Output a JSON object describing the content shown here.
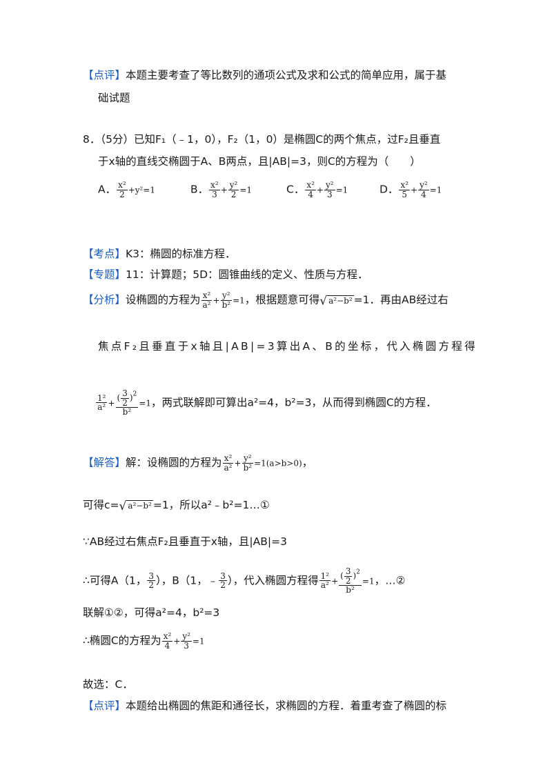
{
  "prev_comment": {
    "tag": "【点评】",
    "line1": "本题主要考查了等比数列的通项公式及求和公式的简单应用，属于基",
    "line2": "础试题"
  },
  "question": {
    "line1": "8．（5分）已知F₁（﹣1，0），F₂（1，0）是椭圆C的两个焦点，过F₂且垂直",
    "line2": "于x轴的直线交椭圆于A、B两点，且|AB|=3，则C的方程为（　　）",
    "options": [
      {
        "label": "A．",
        "num1": "x²",
        "den1": "2",
        "rest": "+y²=1"
      },
      {
        "label": "B．",
        "num1": "x²",
        "den1": "3",
        "mid": "+",
        "num2": "y²",
        "den2": "2",
        "rest": "=1"
      },
      {
        "label": "C．",
        "num1": "x²",
        "den1": "4",
        "mid": "+",
        "num2": "y²",
        "den2": "3",
        "rest": "=1"
      },
      {
        "label": "D．",
        "num1": "x²",
        "den1": "5",
        "mid": "+",
        "num2": "y²",
        "den2": "4",
        "rest": "=1"
      }
    ]
  },
  "kaodian": {
    "tag": "【考点】",
    "text": "K3：椭圆的标准方程．"
  },
  "zhuanti": {
    "tag": "【专题】",
    "text": "11：计算题；5D：圆锥曲线的定义、性质与方程．"
  },
  "fenxi": {
    "tag": "【分析】",
    "t1": "设椭圆的方程为",
    "f_x": "x²",
    "f_a": "a²",
    "plus": "+",
    "f_y": "y²",
    "f_b": "b²",
    "eq1": "=1",
    "t2": "，根据题意可得",
    "sqrt": "a²−b²",
    "t3": "=1．再由AB经过右",
    "line2": "焦点F₂且垂直于x轴且|AB|=3算出A、B的坐标，代入椭圆方程得",
    "l3_num1": "1²",
    "l3_den1": "a²",
    "l3_plus": "+",
    "l3_inner_num": "3",
    "l3_inner_den": "2",
    "l3_sq": "2",
    "l3_den2": "b²",
    "l3_eq": "=1",
    "line3": "，两式联解即可算出a²=4，b²=3，从而得到椭圆C的方程．"
  },
  "jieda": {
    "tag": "【解答】",
    "t1": "解：设椭圆的方程为",
    "f_x": "x²",
    "f_a": "a²",
    "plus": "+",
    "f_y": "y²",
    "f_b": "b²",
    "cond": "=1(a>b>0)",
    "t1_end": "，",
    "l2a": "可得c=",
    "l2_sqrt": "a²−b²",
    "l2b": "=1，所以a²﹣b²=1…①",
    "l3": "∵AB经过右焦点F₂且垂直于x轴，且|AB|=3",
    "l4a": "∴可得A（1，",
    "l4_n1": "3",
    "l4_d1": "2",
    "l4b": "），B（1，﹣",
    "l4_n2": "3",
    "l4_d2": "2",
    "l4c": "），代入椭圆方程得",
    "l4_num1": "1²",
    "l4_den1": "a²",
    "l4_plus": "+",
    "l4_in_n": "3",
    "l4_in_d": "2",
    "l4_sq": "2",
    "l4_den2": "b²",
    "l4_eq": "=1",
    "l4d": "，…②",
    "l5": "联解①②，可得a²=4，b²=3",
    "l6a": "∴椭圆C的方程为",
    "l6_num1": "x²",
    "l6_den1": "4",
    "l6_plus": "+",
    "l6_num2": "y²",
    "l6_den2": "3",
    "l6_eq": "=1",
    "l7": "故选：C．"
  },
  "dianping": {
    "tag": "【点评】",
    "text": "本题给出椭圆的焦距和通径长，求椭圆的方程．着重考查了椭圆的标"
  }
}
